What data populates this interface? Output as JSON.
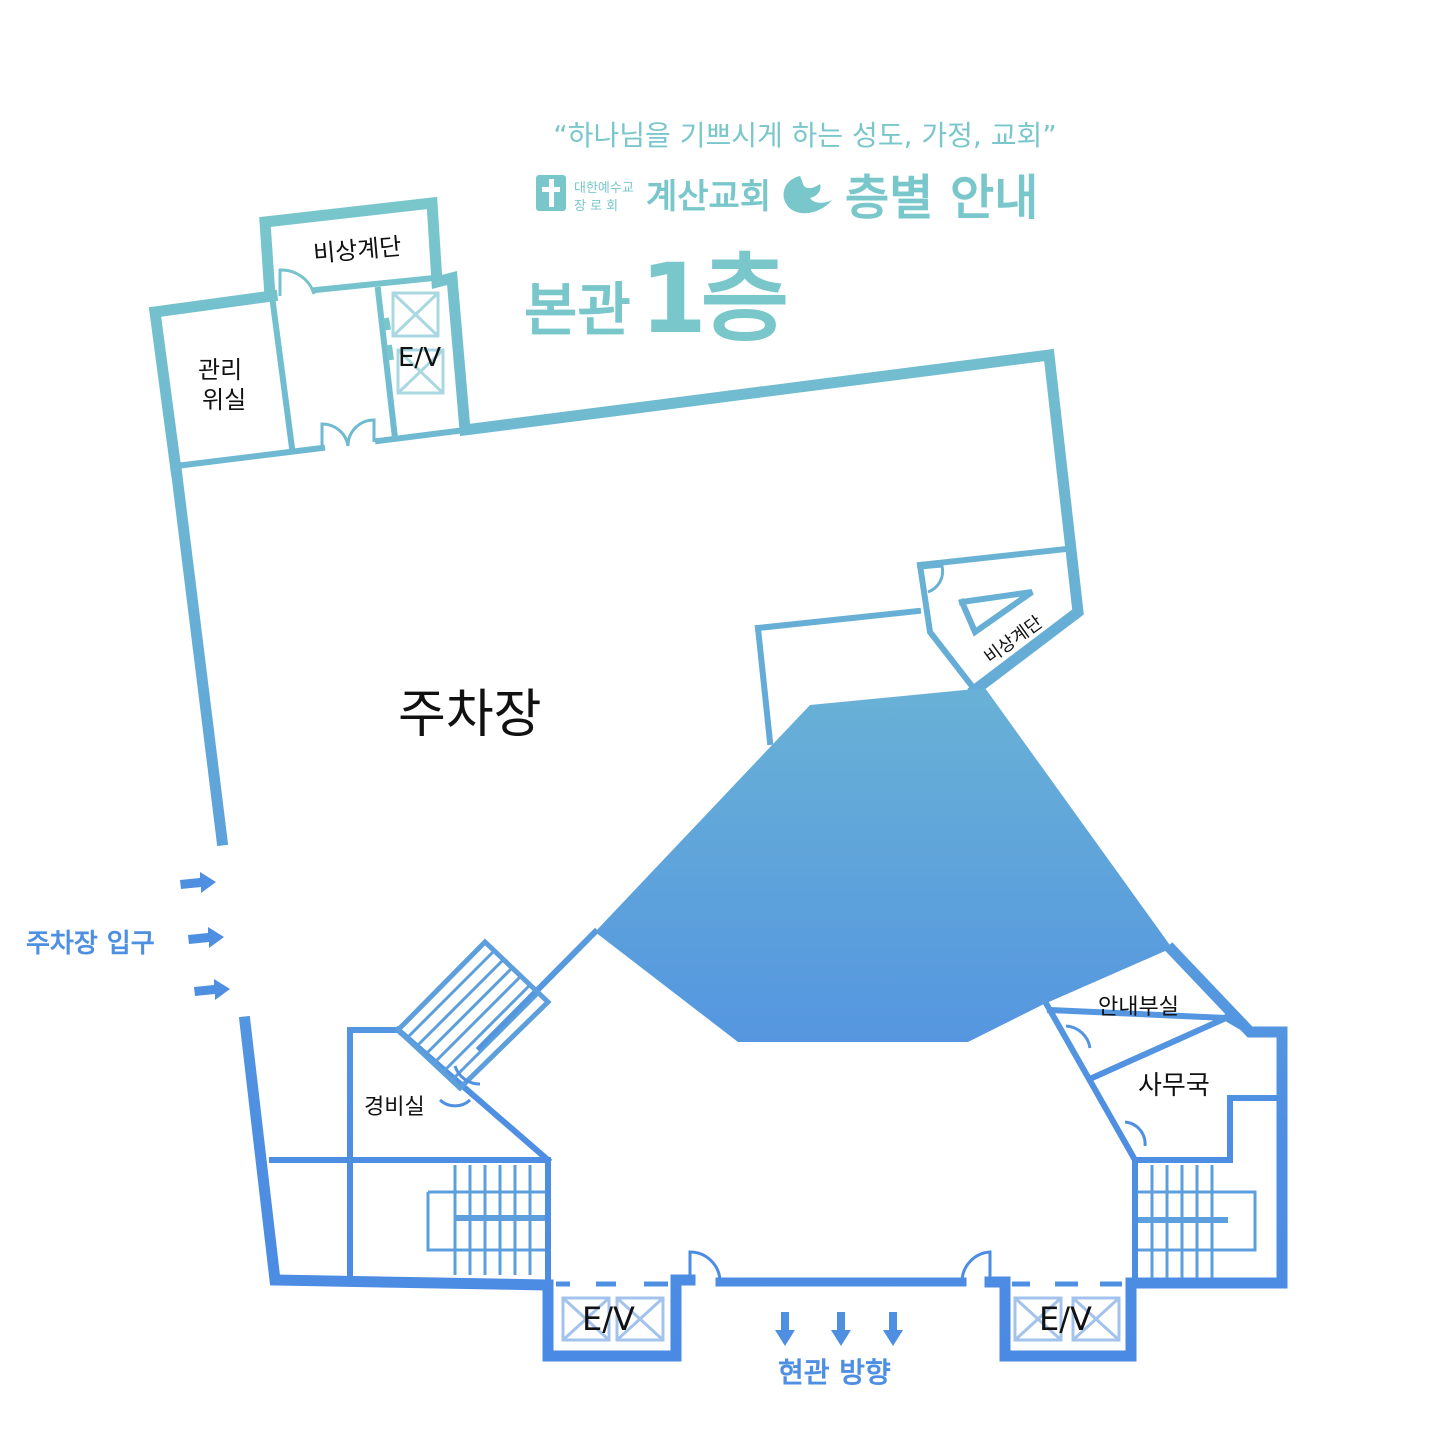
{
  "header": {
    "slogan": "“하나님을 기쁘시게 하는 성도, 가정, 교회”",
    "denomination_line1": "대한예수교",
    "denomination_line2": "장 로 회",
    "church_name": "계산교회",
    "guide_title": "층별 안내",
    "building_name": "본관",
    "floor_label": "1층"
  },
  "rooms": {
    "emergency_stairs_top": "비상계단",
    "management_line1": "관리",
    "management_line2": "위실",
    "elevator_top": "E/V",
    "parking": "주차장",
    "emergency_stairs_right": "비상계단",
    "info_room": "안내부실",
    "office": "사무국",
    "security_room": "경비실",
    "elevator_bottom_left": "E/V",
    "elevator_bottom_right": "E/V"
  },
  "directions": {
    "parking_entrance": "주차장 입구",
    "main_entrance": "현관 방향"
  },
  "colors": {
    "teal": "#79C7CB",
    "blue": "#4E8FE2",
    "mid_blue": "#63A9D8",
    "lobby_fill_top": "#68B0D6",
    "lobby_fill_bottom": "#5596E0",
    "ev_cross": "#A9D8E2"
  },
  "icons": [
    "cross-logo-icon",
    "flame-logo-icon",
    "arrow-right-icon",
    "arrow-down-icon",
    "door-icon",
    "stairs-icon",
    "elevator-icon"
  ]
}
